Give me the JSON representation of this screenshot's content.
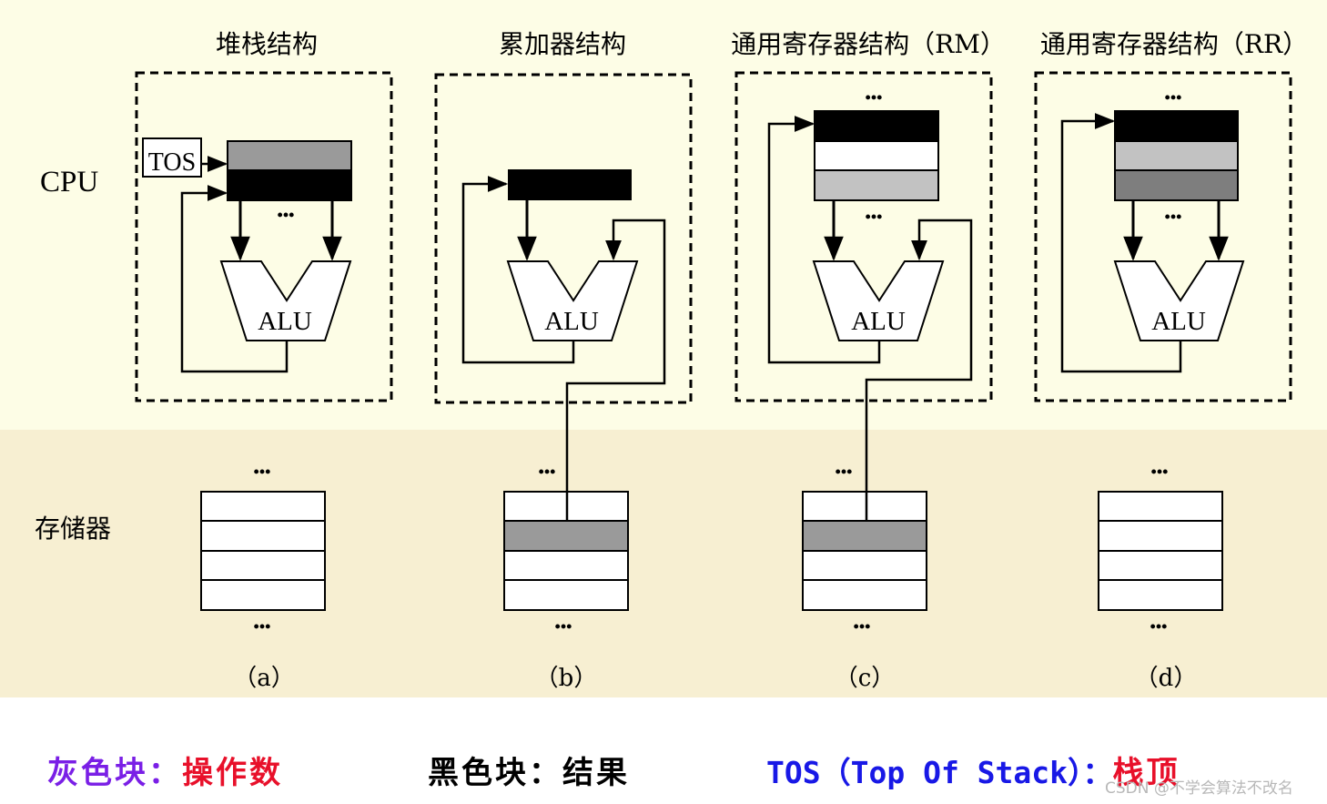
{
  "colors": {
    "cpu_band": "#fdfde6",
    "memory_band": "#f7efd2",
    "legend_gray": "#9a9a9a",
    "legend_gray_text": "#7a1fe6",
    "legend_red": "#e8102a",
    "legend_blue": "#1818e6",
    "black": "#000000",
    "light_gray": "#c2c2c2",
    "mid_gray": "#7e7e7e",
    "operand_gray": "#9a9a9a"
  },
  "bands": {
    "cpu_label": "CPU",
    "memory_label": "存储器"
  },
  "panels": [
    {
      "title": "堆栈结构",
      "caption": "（a）",
      "alu": "ALU",
      "tos": "TOS",
      "dots_top": "",
      "dots_mid": "•••",
      "mem_dots_top": "•••",
      "mem_dots_bottom": "•••"
    },
    {
      "title": "累加器结构",
      "caption": "（b）",
      "alu": "ALU",
      "dots_top": "",
      "dots_mid": "",
      "mem_dots_top": "•••",
      "mem_dots_bottom": "•••"
    },
    {
      "title": "通用寄存器结构（RM）",
      "caption": "（c）",
      "alu": "ALU",
      "dots_top": "•••",
      "dots_mid": "•••",
      "mem_dots_top": "•••",
      "mem_dots_bottom": "•••"
    },
    {
      "title": "通用寄存器结构（RR）",
      "caption": "（d）",
      "alu": "ALU",
      "dots_top": "•••",
      "dots_mid": "•••",
      "mem_dots_top": "•••",
      "mem_dots_bottom": "•••"
    }
  ],
  "legend": {
    "gray_label": "灰色块：",
    "gray_value": "操作数",
    "black_label": "黑色块：",
    "black_value": "结果",
    "tos_label": "TOS（Top Of Stack）：",
    "tos_value": "栈顶"
  },
  "watermark": "CSDN @不学会算法不改名"
}
